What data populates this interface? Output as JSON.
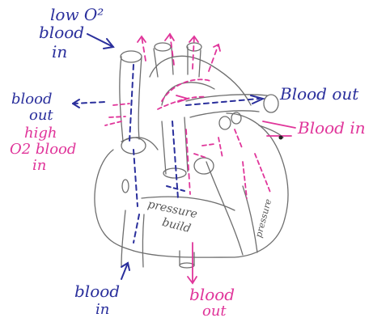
{
  "colors": {
    "blue": "#2a2f9c",
    "pink": "#e0359a",
    "pencil": "#6e6e6e"
  },
  "labels": {
    "low_o2_line1": "low O²",
    "low_o2_line2": "blood",
    "low_o2_line3": "in",
    "blood_out_left_line1": "blood",
    "blood_out_left_line2": "out",
    "high_o2_line1": "high",
    "high_o2_line2": "O2 blood",
    "high_o2_line3": "in",
    "blood_out_right": "Blood out",
    "blood_in_right": "Blood in",
    "blood_in_bottom_line1": "blood",
    "blood_in_bottom_line2": "in",
    "blood_out_bottom_line1": "blood",
    "blood_out_bottom_line2": "out",
    "pressure_build_line1": "pressure",
    "pressure_build_line2": "build",
    "pressure_right": "pressure"
  }
}
